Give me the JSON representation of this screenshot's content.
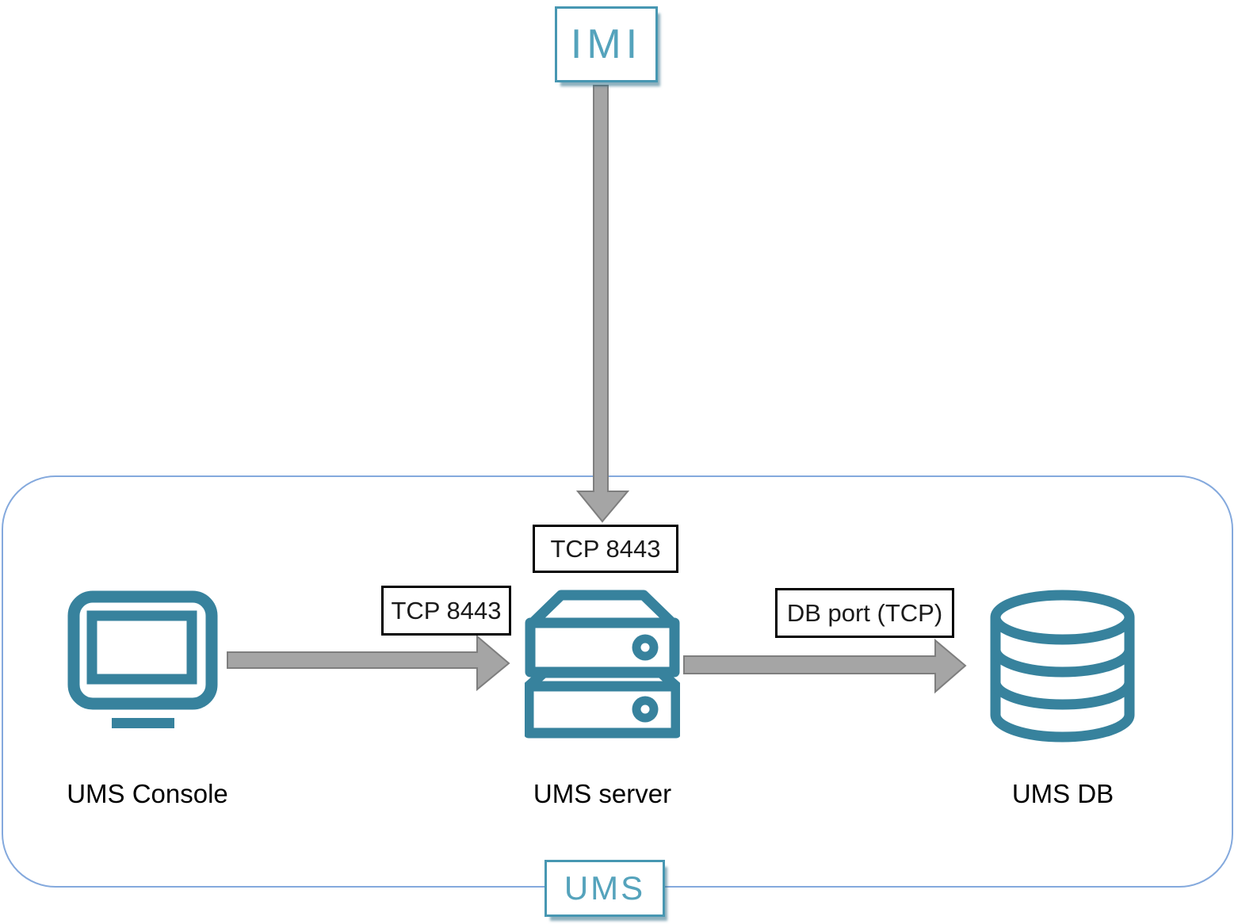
{
  "diagram": {
    "title_hint": "UMS architecture port diagram",
    "external_node": {
      "label": "IMI"
    },
    "container": {
      "label": "UMS"
    },
    "nodes": [
      {
        "id": "ums-console",
        "label": "UMS Console",
        "icon": "monitor-icon"
      },
      {
        "id": "ums-server",
        "label": "UMS server",
        "icon": "server-icon"
      },
      {
        "id": "ums-db",
        "label": "UMS DB",
        "icon": "database-icon"
      }
    ],
    "connections": [
      {
        "from": "IMI",
        "to": "UMS server",
        "label": "TCP 8443",
        "direction": "down"
      },
      {
        "from": "UMS Console",
        "to": "UMS server",
        "label": "TCP 8443",
        "direction": "right"
      },
      {
        "from": "UMS server",
        "to": "UMS DB",
        "label": "DB port (TCP)",
        "direction": "right"
      }
    ],
    "colors": {
      "icon_teal": "#37829D",
      "brand_teal_border": "#4797B2",
      "brand_teal_text": "#55A3BC",
      "container_border_blue": "#84A9DD",
      "arrow_fill": "#A5A5A5",
      "arrow_stroke": "#7E7E7E",
      "port_box_border": "#000000"
    }
  }
}
